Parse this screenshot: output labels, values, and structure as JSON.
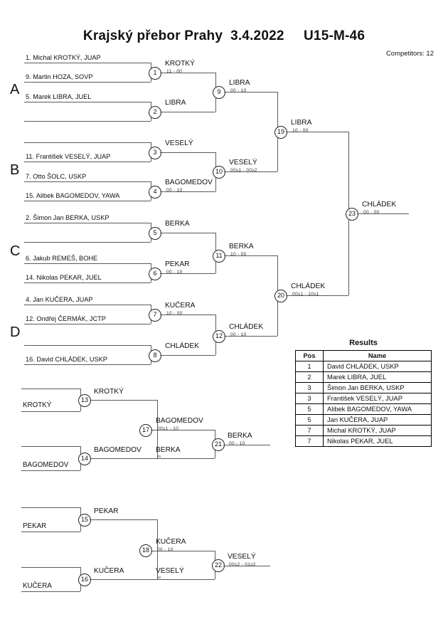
{
  "header": {
    "title": "Krajský přebor Prahy  3.4.2022     U15-M-46",
    "competitors": "Competitors: 12"
  },
  "groups": [
    {
      "letter": "A"
    },
    {
      "letter": "B"
    },
    {
      "letter": "C"
    },
    {
      "letter": "D"
    }
  ],
  "entrants": [
    {
      "seed": 1,
      "text": "1. Michal KROTKÝ, JUAP"
    },
    {
      "seed": 9,
      "text": "9. Martin HOZA, SOVP"
    },
    {
      "seed": 5,
      "text": "5. Marek LIBRA, JUEL"
    },
    {
      "seed": 11,
      "text": "11. František VESELÝ, JUAP"
    },
    {
      "seed": 7,
      "text": "7. Otto ŠOLC, USKP"
    },
    {
      "seed": 15,
      "text": "15. Alibek BAGOMEDOV, YAWA"
    },
    {
      "seed": 2,
      "text": "2. Šimon Jan BERKA, USKP"
    },
    {
      "seed": 6,
      "text": "6. Jakub REMEŠ, BOHE"
    },
    {
      "seed": 14,
      "text": "14. Nikolas PEKAR, JUEL"
    },
    {
      "seed": 4,
      "text": "4. Jan KUČERA, JUAP"
    },
    {
      "seed": 12,
      "text": "12. Ondřej ČERMÁK, JCTP"
    },
    {
      "seed": 16,
      "text": "16. David CHLÁDEK, USKP"
    }
  ],
  "matches": {
    "m1": {
      "no": "1",
      "winner": "KROTKÝ",
      "score": "11 - 00"
    },
    "m2": {
      "no": "2",
      "winner": "LIBRA",
      "score": ""
    },
    "m3": {
      "no": "3",
      "winner": "VESELÝ",
      "score": ""
    },
    "m4": {
      "no": "4",
      "winner": "BAGOMEDOV",
      "score": "00 - 10"
    },
    "m5": {
      "no": "5",
      "winner": "BERKA",
      "score": ""
    },
    "m6": {
      "no": "6",
      "winner": "PEKAR",
      "score": "00 - 10"
    },
    "m7": {
      "no": "7",
      "winner": "KUČERA",
      "score": "10 - 00"
    },
    "m8": {
      "no": "8",
      "winner": "CHLÁDEK",
      "score": ""
    },
    "m9": {
      "no": "9",
      "winner": "LIBRA",
      "score": "00 - 10"
    },
    "m10": {
      "no": "10",
      "winner": "VESELÝ",
      "score": "00s1 - 00s2"
    },
    "m11": {
      "no": "11",
      "winner": "BERKA",
      "score": "10 - 00"
    },
    "m12": {
      "no": "12",
      "winner": "CHLÁDEK",
      "score": "00 - 10"
    },
    "m13": {
      "no": "13",
      "winner": "KROTKÝ",
      "score": ""
    },
    "m14": {
      "no": "14",
      "winner": "BAGOMEDOV",
      "score": ""
    },
    "m15": {
      "no": "15",
      "winner": "PEKAR",
      "score": ""
    },
    "m16": {
      "no": "16",
      "winner": "KUČERA",
      "score": ""
    },
    "m17": {
      "no": "17",
      "winner": "BAGOMEDOV",
      "score": "00s1 - 10"
    },
    "m18": {
      "no": "18",
      "winner": "KUČERA",
      "score": "00 - 10"
    },
    "m19": {
      "no": "19",
      "winner": "LIBRA",
      "score": "10 - 00"
    },
    "m20": {
      "no": "20",
      "winner": "CHLÁDEK",
      "score": "00s1 - 10s1"
    },
    "m21": {
      "no": "21",
      "winner": "BERKA",
      "score": "00 - 10"
    },
    "m22": {
      "no": "22",
      "winner": "VESELÝ",
      "score": "00s2 - 01s2"
    },
    "m23": {
      "no": "23",
      "winner": "CHLÁDEK",
      "score": "00 - 00"
    }
  },
  "repechage_feeds": {
    "rep1_top": "KROTKÝ",
    "rep1_bottom": "BAGOMEDOV",
    "rep2_top": "PEKAR",
    "rep2_bottom": "KUČERA",
    "m21_lower": "BERKA",
    "m21_lower_ref": "20",
    "m22_lower": "VESELÝ",
    "m22_lower_ref": "19"
  },
  "results": {
    "title": "Results",
    "columns": [
      "Pos",
      "Name"
    ],
    "rows": [
      {
        "pos": "1",
        "name": "David CHLÁDEK, USKP"
      },
      {
        "pos": "2",
        "name": "Marek LIBRA, JUEL"
      },
      {
        "pos": "3",
        "name": "Šimon Jan BERKA, USKP"
      },
      {
        "pos": "3",
        "name": "František VESELÝ, JUAP"
      },
      {
        "pos": "5",
        "name": "Alibek BAGOMEDOV, YAWA"
      },
      {
        "pos": "5",
        "name": "Jan KUČERA, JUAP"
      },
      {
        "pos": "7",
        "name": "Michal KROTKÝ, JUAP"
      },
      {
        "pos": "7",
        "name": "Nikolas PEKAR, JUEL"
      }
    ]
  }
}
